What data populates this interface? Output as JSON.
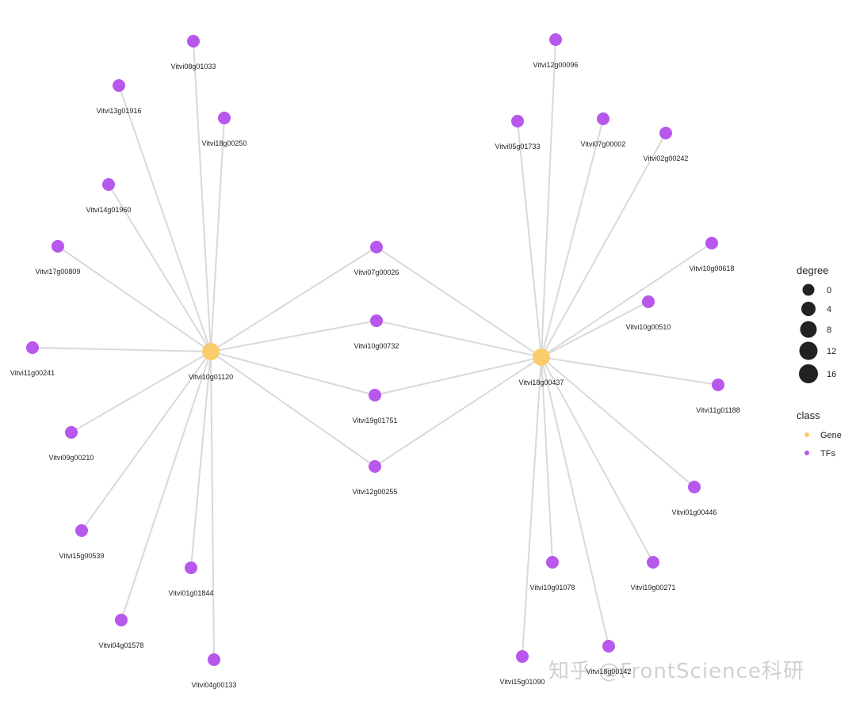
{
  "colors": {
    "gene": "#f9cd6a",
    "tf": "#b757ec",
    "edge": "#d9d9d9",
    "legend_dot": "#222222"
  },
  "legend": {
    "degree": {
      "title": "degree",
      "values": [
        "0",
        "4",
        "8",
        "12",
        "16"
      ]
    },
    "class": {
      "title": "class",
      "items": [
        {
          "label": "Gene",
          "color": "#f9cd6a"
        },
        {
          "label": "TFs",
          "color": "#b757ec"
        }
      ]
    }
  },
  "watermark": "知乎 @FrontScience科研",
  "network": {
    "hubs": [
      {
        "id": "Vitvi10g01120",
        "class": "Gene"
      },
      {
        "id": "Vitvi18g00437",
        "class": "Gene"
      }
    ],
    "tfs": [
      {
        "id": "Vitvi08g01033",
        "targets": [
          "Vitvi10g01120"
        ]
      },
      {
        "id": "Vitvi13g01916",
        "targets": [
          "Vitvi10g01120"
        ]
      },
      {
        "id": "Vitvi18g00250",
        "targets": [
          "Vitvi10g01120"
        ]
      },
      {
        "id": "Vitvi14g01960",
        "targets": [
          "Vitvi10g01120"
        ]
      },
      {
        "id": "Vitvi17g00809",
        "targets": [
          "Vitvi10g01120"
        ]
      },
      {
        "id": "Vitvi11g00241",
        "targets": [
          "Vitvi10g01120"
        ]
      },
      {
        "id": "Vitvi09g00210",
        "targets": [
          "Vitvi10g01120"
        ]
      },
      {
        "id": "Vitvi15g00539",
        "targets": [
          "Vitvi10g01120"
        ]
      },
      {
        "id": "Vitvi01g01844",
        "targets": [
          "Vitvi10g01120"
        ]
      },
      {
        "id": "Vitvi04g01578",
        "targets": [
          "Vitvi10g01120"
        ]
      },
      {
        "id": "Vitvi04g00133",
        "targets": [
          "Vitvi10g01120"
        ]
      },
      {
        "id": "Vitvi07g00026",
        "targets": [
          "Vitvi10g01120",
          "Vitvi18g00437"
        ]
      },
      {
        "id": "Vitvi10g00732",
        "targets": [
          "Vitvi10g01120",
          "Vitvi18g00437"
        ]
      },
      {
        "id": "Vitvi19g01751",
        "targets": [
          "Vitvi10g01120",
          "Vitvi18g00437"
        ]
      },
      {
        "id": "Vitvi12g00255",
        "targets": [
          "Vitvi10g01120",
          "Vitvi18g00437"
        ]
      },
      {
        "id": "Vitvi12g00096",
        "targets": [
          "Vitvi18g00437"
        ]
      },
      {
        "id": "Vitvi05g01733",
        "targets": [
          "Vitvi18g00437"
        ]
      },
      {
        "id": "Vitvi07g00002",
        "targets": [
          "Vitvi18g00437"
        ]
      },
      {
        "id": "Vitvi02g00242",
        "targets": [
          "Vitvi18g00437"
        ]
      },
      {
        "id": "Vitvi10g00618",
        "targets": [
          "Vitvi18g00437"
        ]
      },
      {
        "id": "Vitvi10g00510",
        "targets": [
          "Vitvi18g00437"
        ]
      },
      {
        "id": "Vitvi11g01188",
        "targets": [
          "Vitvi18g00437"
        ]
      },
      {
        "id": "Vitvi01g00446",
        "targets": [
          "Vitvi18g00437"
        ]
      },
      {
        "id": "Vitvi19g00271",
        "targets": [
          "Vitvi18g00437"
        ]
      },
      {
        "id": "Vitvi10g01078",
        "targets": [
          "Vitvi18g00437"
        ]
      },
      {
        "id": "Vitvi15g01090",
        "targets": [
          "Vitvi18g00437"
        ]
      },
      {
        "id": "Vitvi18g00142",
        "targets": [
          "Vitvi18g00437"
        ]
      }
    ]
  }
}
